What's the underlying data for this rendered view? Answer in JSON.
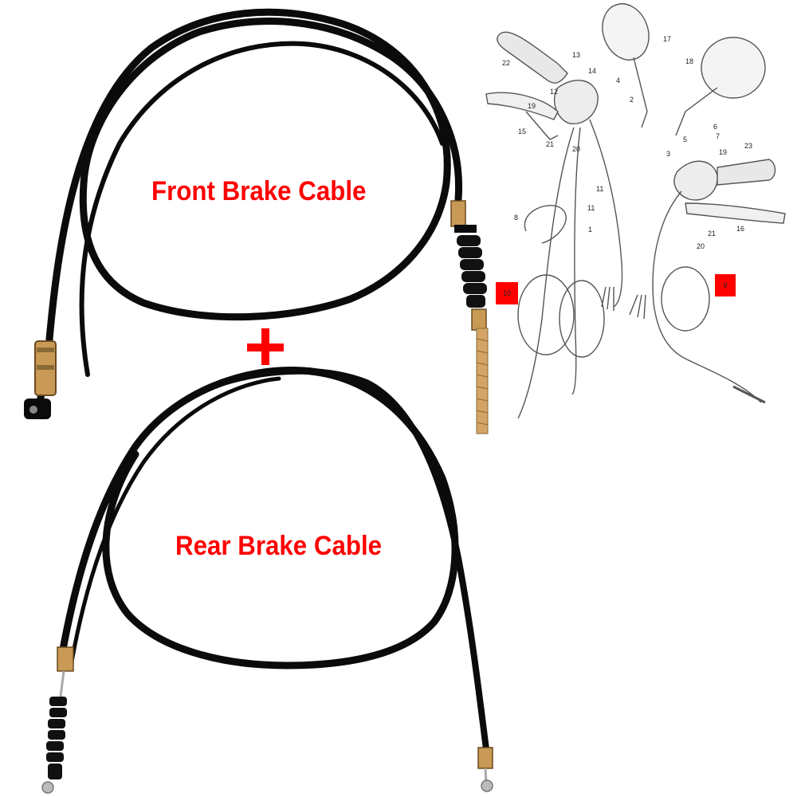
{
  "labels": {
    "front": "Front Brake Cable",
    "rear": "Rear Brake Cable"
  },
  "separator": "plus-sign",
  "diagram": {
    "callouts": {
      "left": "10",
      "right": "9"
    },
    "part_numbers": [
      "13",
      "14",
      "4",
      "17",
      "18",
      "22",
      "12",
      "2",
      "19",
      "15",
      "21",
      "20",
      "11",
      "11",
      "8",
      "1",
      "6",
      "7",
      "5",
      "3",
      "19",
      "23",
      "16",
      "21",
      "20"
    ]
  },
  "colors": {
    "label": "#ff0000",
    "cable": "#0b0b0b",
    "ferrule": "#c99a55",
    "diagram_line": "#555555",
    "callout_box": "#ff0000"
  }
}
